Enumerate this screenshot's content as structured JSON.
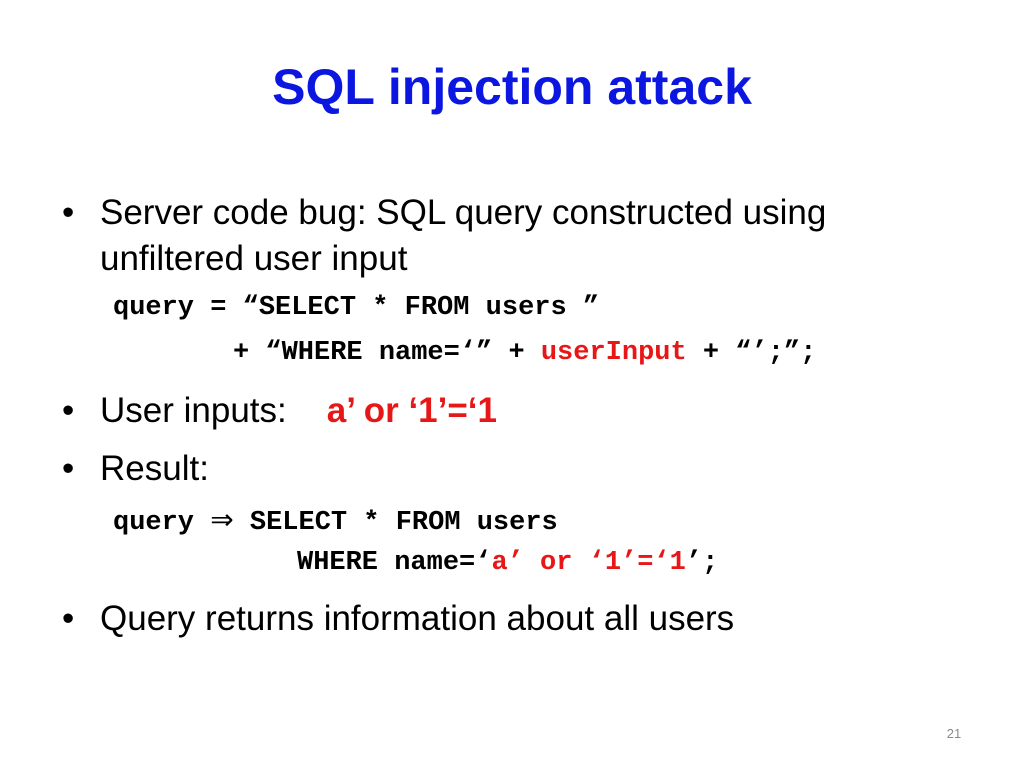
{
  "slide": {
    "title": "SQL injection attack",
    "page_number": "21",
    "bullet_glyph": "•",
    "accent_color": "#e81717",
    "title_color": "#0b16e0",
    "bullets": [
      {
        "line1": "Server code bug:  SQL query constructed using",
        "line2": "unfiltered user input"
      },
      {
        "label": "User inputs:",
        "value": "a’ or ‘1’=‘1"
      },
      {
        "label": "Result:"
      },
      {
        "label": "Query returns information about all users"
      }
    ],
    "code1": {
      "line1": "query = “SELECT * FROM users ”",
      "line2_prefix": "+ “WHERE name=‘” + ",
      "line2_var": "userInput",
      "line2_suffix": " + “’;”;"
    },
    "code2": {
      "line1_start": "query ",
      "implies_symbol": "⇒",
      "line1_end": " SELECT * FROM users",
      "line2_start": "WHERE name=‘",
      "line2_injected": "a’ or ‘1’=‘1",
      "line2_end": "’;"
    }
  }
}
